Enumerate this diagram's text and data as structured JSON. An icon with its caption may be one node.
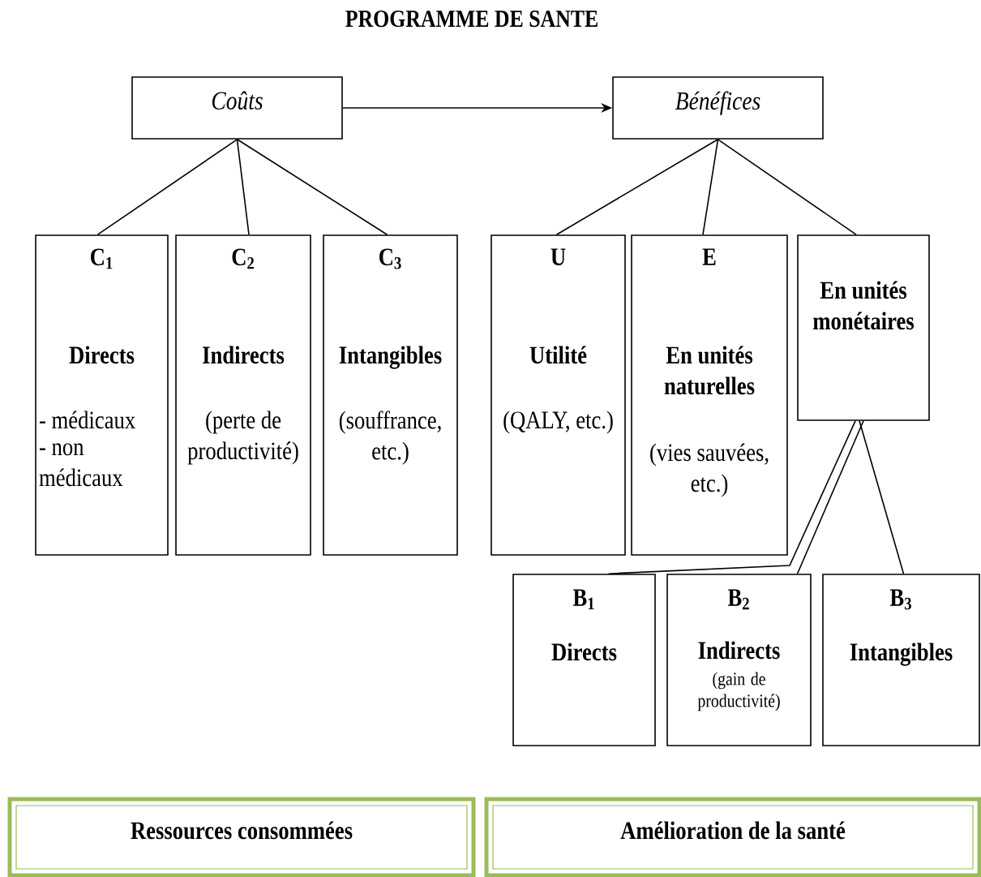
{
  "diagram": {
    "title": "PROGRAMME DE SANTE",
    "nodes": [
      {
        "text": [
          "Coûts"
        ]
      },
      {
        "text": [
          "Bénéfices"
        ]
      },
      {
        "text": [
          "C$_{1}$",
          "Directs",
          "- médicaux",
          "- non médicaux"
        ]
      },
      {
        "text": [
          "C$_{2}$",
          "Indirects",
          "(perte de productivité)"
        ]
      },
      {
        "text": [
          "C$_{3}$",
          "Intangibles",
          "(souffrance, etc.)"
        ]
      },
      {
        "text": [
          "U",
          "Utilité",
          "(QALY, etc.)"
        ]
      },
      {
        "text": [
          "E",
          "En unités naturelles",
          "(vies sauvées, etc.)"
        ]
      },
      {
        "text": [
          "En unités monétaires"
        ]
      },
      {
        "text": [
          "B$_{1}$",
          "Directs"
        ]
      },
      {
        "text": [
          "B$_{2}$",
          "Indirects",
          "(gain de productivité)"
        ]
      },
      {
        "text": [
          "B$_{3}$",
          "Intangibles"
        ]
      },
      {
        "text": [
          "Ressources consommées"
        ]
      },
      {
        "text": [
          "Amélioration de la santé"
        ]
      }
    ],
    "edges": [
      {
        "from": 0,
        "to": 1,
        "arrow": "to"
      },
      {
        "from": 0,
        "to": 2,
        "arrow": "none"
      },
      {
        "from": 0,
        "to": 3,
        "arrow": "none"
      },
      {
        "from": 0,
        "to": 4,
        "arrow": "none"
      },
      {
        "from": 1,
        "to": 5,
        "arrow": "none"
      },
      {
        "from": 1,
        "to": 6,
        "arrow": "none"
      },
      {
        "from": 1,
        "to": 7,
        "arrow": "none"
      },
      {
        "from": 7,
        "to": 8,
        "arrow": "none"
      },
      {
        "from": 7,
        "to": 9,
        "arrow": "none"
      },
      {
        "from": 7,
        "to": 10,
        "arrow": "none"
      }
    ]
  }
}
